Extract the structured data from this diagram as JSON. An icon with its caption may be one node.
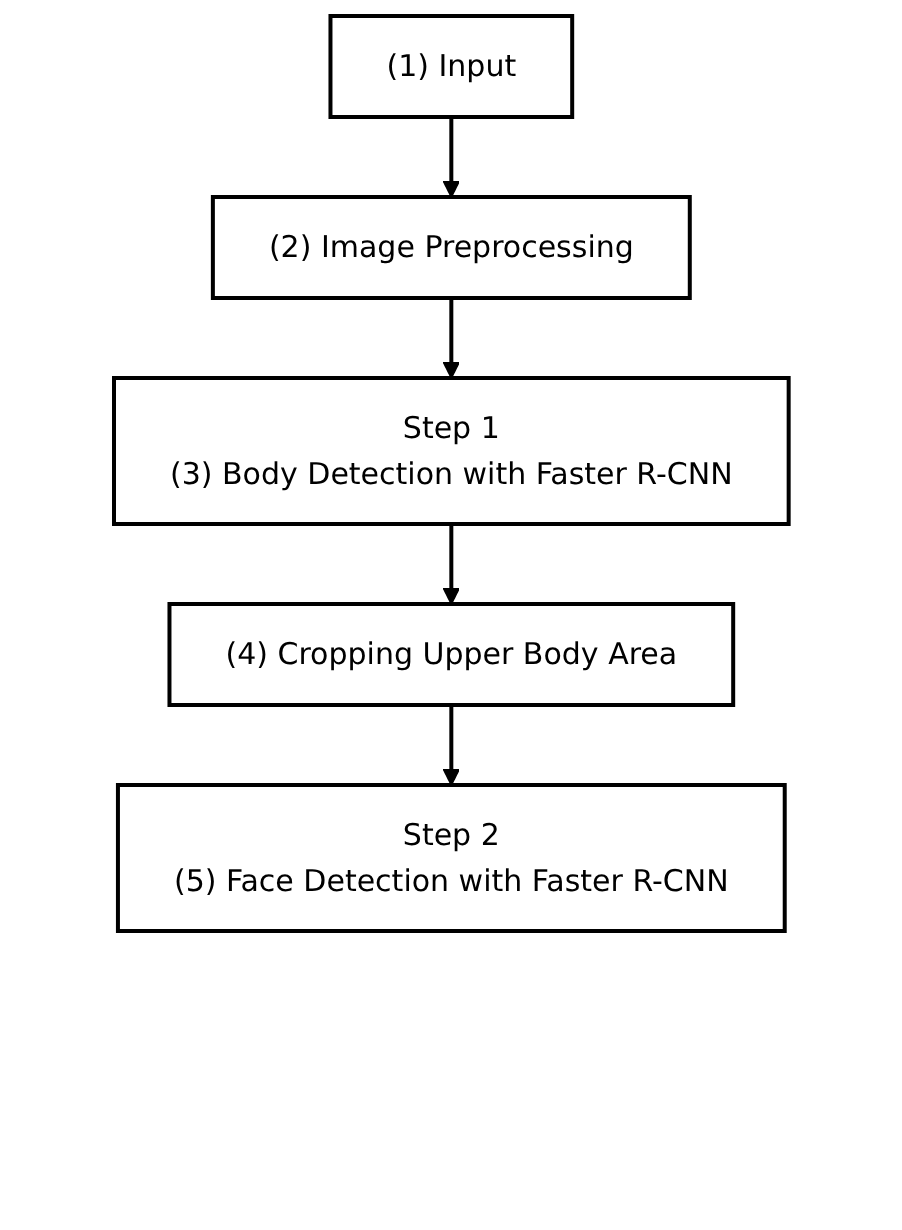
{
  "diagram": {
    "nodes": [
      {
        "text": [
          "(1) Input"
        ]
      },
      {
        "text": [
          "(2) Image Preprocessing"
        ]
      },
      {
        "text": [
          "Step 1",
          "(3) Body Detection with Faster R-CNN"
        ]
      },
      {
        "text": [
          "(4) Cropping Upper Body Area"
        ]
      },
      {
        "text": [
          "Step 2",
          "(5) Face Detection with Faster R-CNN"
        ]
      }
    ],
    "edges": [
      {
        "from": 0,
        "to": 1,
        "arrow": "to"
      },
      {
        "from": 1,
        "to": 2,
        "arrow": "to"
      },
      {
        "from": 2,
        "to": 3,
        "arrow": "to"
      },
      {
        "from": 3,
        "to": 4,
        "arrow": "to"
      }
    ]
  }
}
